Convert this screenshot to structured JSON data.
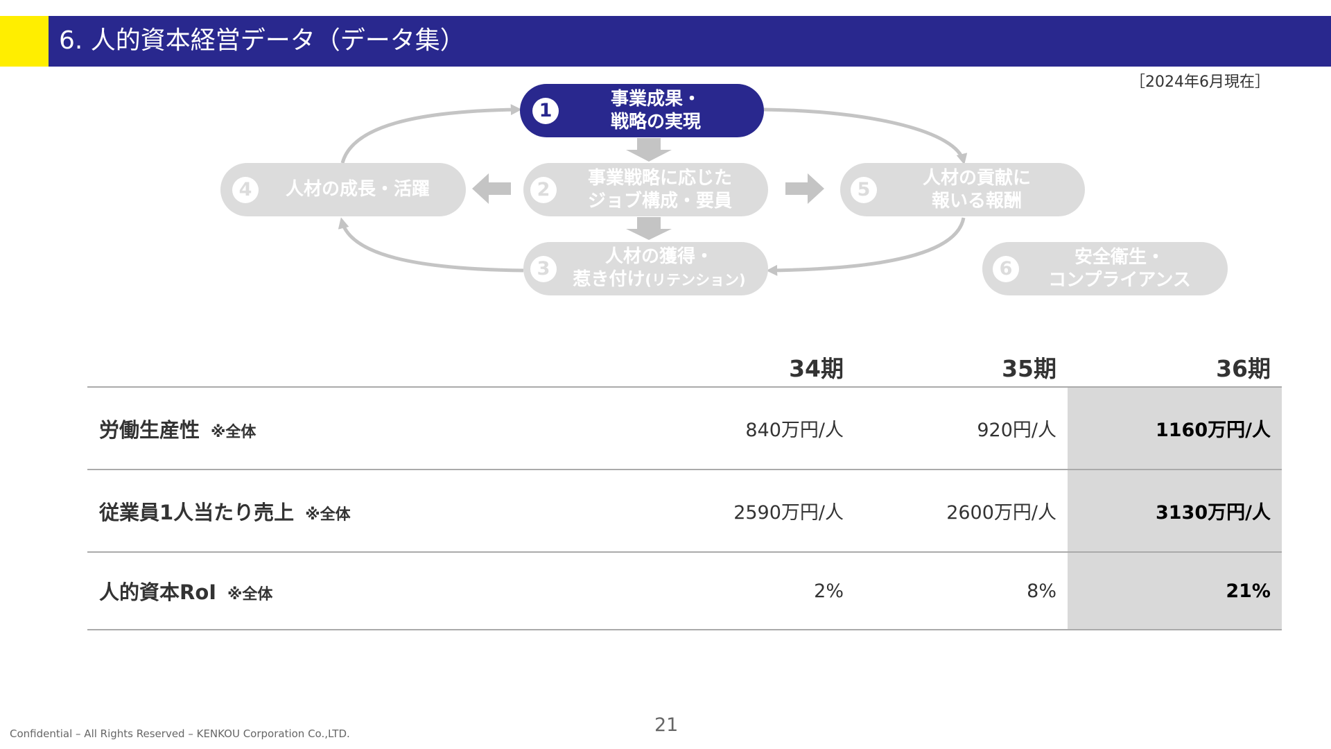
{
  "header": {
    "title": "6. 人的資本経営データ（データ集）",
    "as_of": "［2024年6月現在］"
  },
  "diagram": {
    "nodes": [
      {
        "num": "1",
        "line1": "事業成果・",
        "line2": "戦略の実現",
        "state": "active"
      },
      {
        "num": "2",
        "line1": "事業戦略に応じた",
        "line2": "ジョブ構成・要員",
        "state": "inactive"
      },
      {
        "num": "3",
        "line1": "人材の獲得・",
        "line2": "惹き付け",
        "line2_sub": "(リテンション)",
        "state": "inactive"
      },
      {
        "num": "4",
        "line1": "人材の成長・活躍",
        "state": "inactive"
      },
      {
        "num": "5",
        "line1": "人材の貢献に",
        "line2": "報いる報酬",
        "state": "inactive"
      },
      {
        "num": "6",
        "line1": "安全衛生・",
        "line2": "コンプライアンス",
        "state": "inactive"
      }
    ]
  },
  "table": {
    "columns": [
      "34期",
      "35期",
      "36期"
    ],
    "rows": [
      {
        "metric": "労働生産性",
        "note": "※全体",
        "values": [
          "840万円/人",
          "920円/人",
          "1160万円/人"
        ]
      },
      {
        "metric": "従業員1人当たり売上",
        "note": "※全体",
        "values": [
          "2590万円/人",
          "2600万円/人",
          "3130万円/人"
        ]
      },
      {
        "metric": "人的資本RoI",
        "note": "※全体",
        "values": [
          "2%",
          "8%",
          "21%"
        ]
      }
    ]
  },
  "footer": {
    "confidential": "Confidential – All Rights Reserved – KENKOU Corporation Co.,LTD.",
    "page": "21"
  },
  "colors": {
    "brand_navy": "#29288e",
    "accent_yellow": "#ffee00",
    "inactive_gray": "#dcdcdc",
    "highlight_gray": "#d9d9d9"
  }
}
